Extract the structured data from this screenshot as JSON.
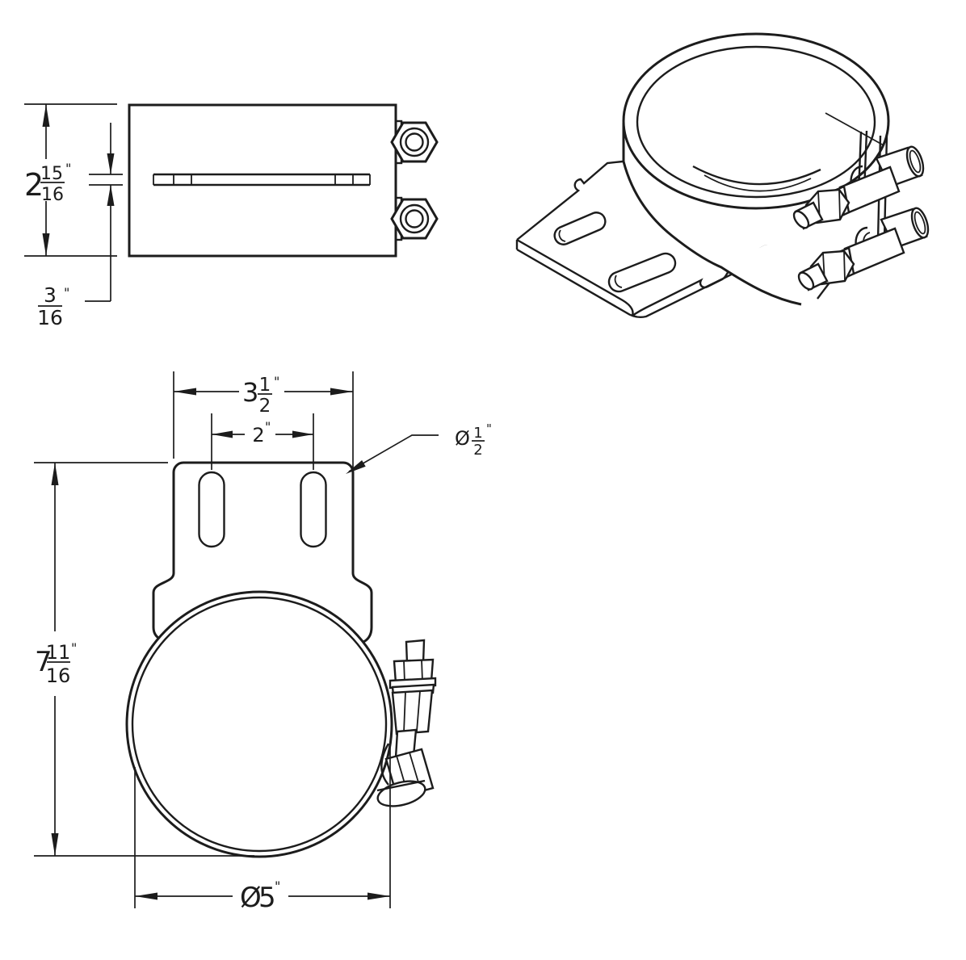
{
  "dimensions": {
    "band_width": {
      "whole": "2",
      "numerator": "15",
      "denominator": "16",
      "unit": "\""
    },
    "band_gap": {
      "numerator": "3",
      "denominator": "16",
      "unit": "\""
    },
    "bracket_width": {
      "whole": "3",
      "numerator": "1",
      "denominator": "2",
      "unit": "\""
    },
    "hole_spacing": {
      "value": "2",
      "unit": "\""
    },
    "hole_size": {
      "symbol": "Ø",
      "numerator": "1",
      "denominator": "2",
      "unit": "\""
    },
    "overall_height": {
      "whole": "7",
      "numerator": "11",
      "denominator": "16",
      "unit": "\""
    },
    "clamp_diameter": {
      "symbol": "Ø",
      "value": "5",
      "unit": "\""
    }
  }
}
